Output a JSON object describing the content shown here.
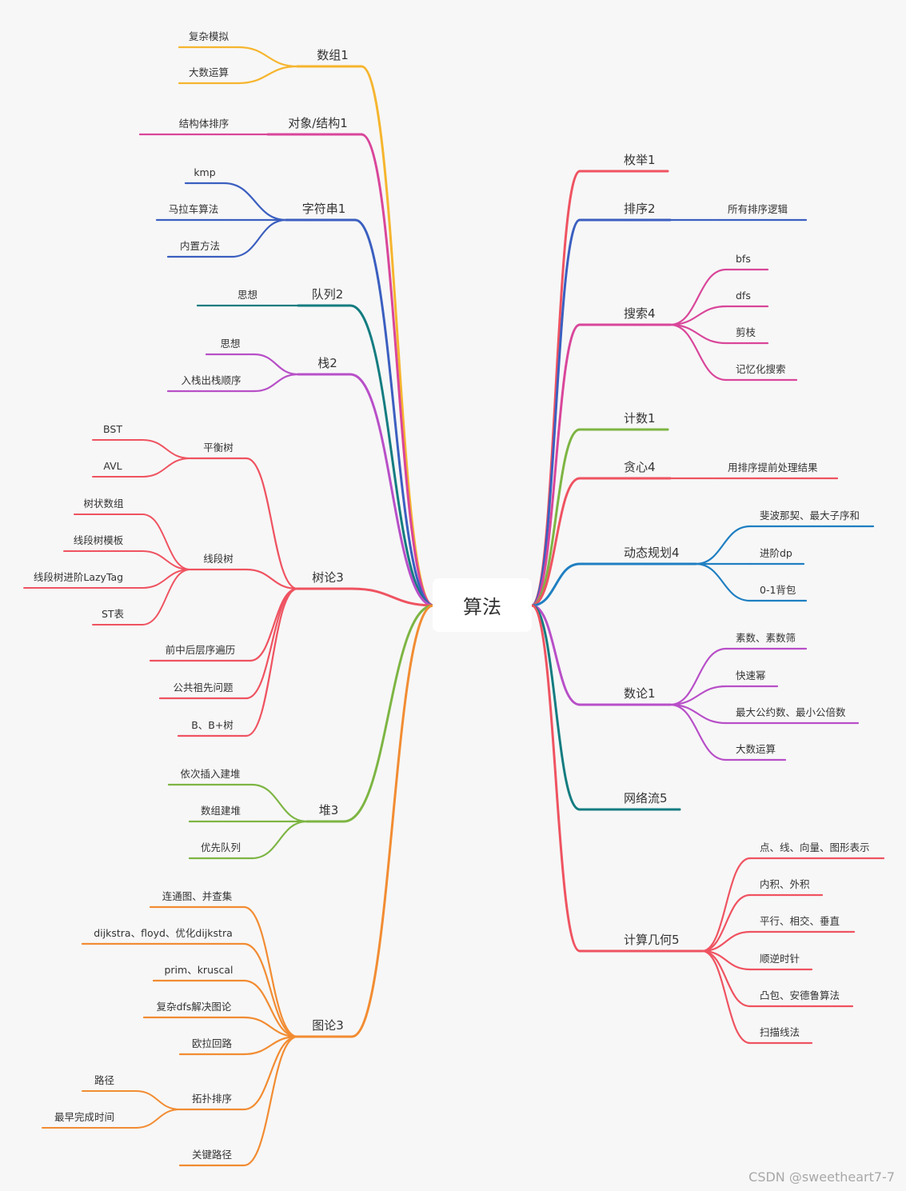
{
  "root": "算法",
  "watermark": "CSDN @sweetheart7-7",
  "colors": {
    "yellow": "#f6b52e",
    "magenta": "#d9469a",
    "blue": "#3b5fc0",
    "teal": "#137c80",
    "purple": "#b84fc8",
    "red": "#ef5361",
    "green": "#7db543",
    "orange": "#f28c32",
    "blue2": "#1f7fc2",
    "text": "#333333"
  },
  "left": [
    {
      "label": "数组1",
      "color": "yellow",
      "children": [
        {
          "label": "复杂模拟"
        },
        {
          "label": "大数运算"
        }
      ]
    },
    {
      "label": "对象/结构1",
      "color": "magenta",
      "children": [
        {
          "label": "结构体排序"
        }
      ]
    },
    {
      "label": "字符串1",
      "color": "blue",
      "children": [
        {
          "label": "kmp"
        },
        {
          "label": "马拉车算法"
        },
        {
          "label": "内置方法"
        }
      ]
    },
    {
      "label": "队列2",
      "color": "teal",
      "children": [
        {
          "label": "思想"
        }
      ]
    },
    {
      "label": "栈2",
      "color": "purple",
      "children": [
        {
          "label": "思想"
        },
        {
          "label": "入栈出栈顺序"
        }
      ]
    },
    {
      "label": "树论3",
      "color": "red",
      "children": [
        {
          "label": "平衡树",
          "children": [
            {
              "label": "BST"
            },
            {
              "label": "AVL"
            }
          ]
        },
        {
          "label": "线段树",
          "children": [
            {
              "label": "树状数组"
            },
            {
              "label": "线段树模板"
            },
            {
              "label": "线段树进阶LazyTag"
            },
            {
              "label": "ST表"
            }
          ]
        },
        {
          "label": "前中后层序遍历"
        },
        {
          "label": "公共祖先问题"
        },
        {
          "label": "B、B+树"
        }
      ]
    },
    {
      "label": "堆3",
      "color": "green",
      "children": [
        {
          "label": "依次插入建堆"
        },
        {
          "label": "数组建堆"
        },
        {
          "label": "优先队列"
        }
      ]
    },
    {
      "label": "图论3",
      "color": "orange",
      "children": [
        {
          "label": "连通图、并查集"
        },
        {
          "label": "dijkstra、floyd、优化dijkstra"
        },
        {
          "label": "prim、kruscal"
        },
        {
          "label": "复杂dfs解决图论"
        },
        {
          "label": "欧拉回路"
        },
        {
          "label": "拓扑排序",
          "children": [
            {
              "label": "路径"
            },
            {
              "label": "最早完成时间"
            }
          ]
        },
        {
          "label": "关键路径"
        }
      ]
    }
  ],
  "right": [
    {
      "label": "枚举1",
      "color": "red",
      "children": []
    },
    {
      "label": "排序2",
      "color": "blue",
      "children": [
        {
          "label": "所有排序逻辑"
        }
      ]
    },
    {
      "label": "搜索4",
      "color": "magenta",
      "children": [
        {
          "label": "bfs"
        },
        {
          "label": "dfs"
        },
        {
          "label": "剪枝"
        },
        {
          "label": "记忆化搜索"
        }
      ]
    },
    {
      "label": "计数1",
      "color": "green",
      "children": []
    },
    {
      "label": "贪心4",
      "color": "red",
      "children": [
        {
          "label": "用排序提前处理结果"
        }
      ]
    },
    {
      "label": "动态规划4",
      "color": "blue2",
      "children": [
        {
          "label": "斐波那契、最大子序和"
        },
        {
          "label": "进阶dp"
        },
        {
          "label": "0-1背包"
        }
      ]
    },
    {
      "label": "数论1",
      "color": "purple",
      "children": [
        {
          "label": "素数、素数筛"
        },
        {
          "label": "快速幂"
        },
        {
          "label": "最大公约数、最小公倍数"
        },
        {
          "label": "大数运算"
        }
      ]
    },
    {
      "label": "网络流5",
      "color": "teal",
      "children": []
    },
    {
      "label": "计算几何5",
      "color": "red",
      "children": [
        {
          "label": "点、线、向量、图形表示"
        },
        {
          "label": "内积、外积"
        },
        {
          "label": "平行、相交、垂直"
        },
        {
          "label": "顺逆时针"
        },
        {
          "label": "凸包、安德鲁算法"
        },
        {
          "label": "扫描线法"
        }
      ]
    }
  ]
}
